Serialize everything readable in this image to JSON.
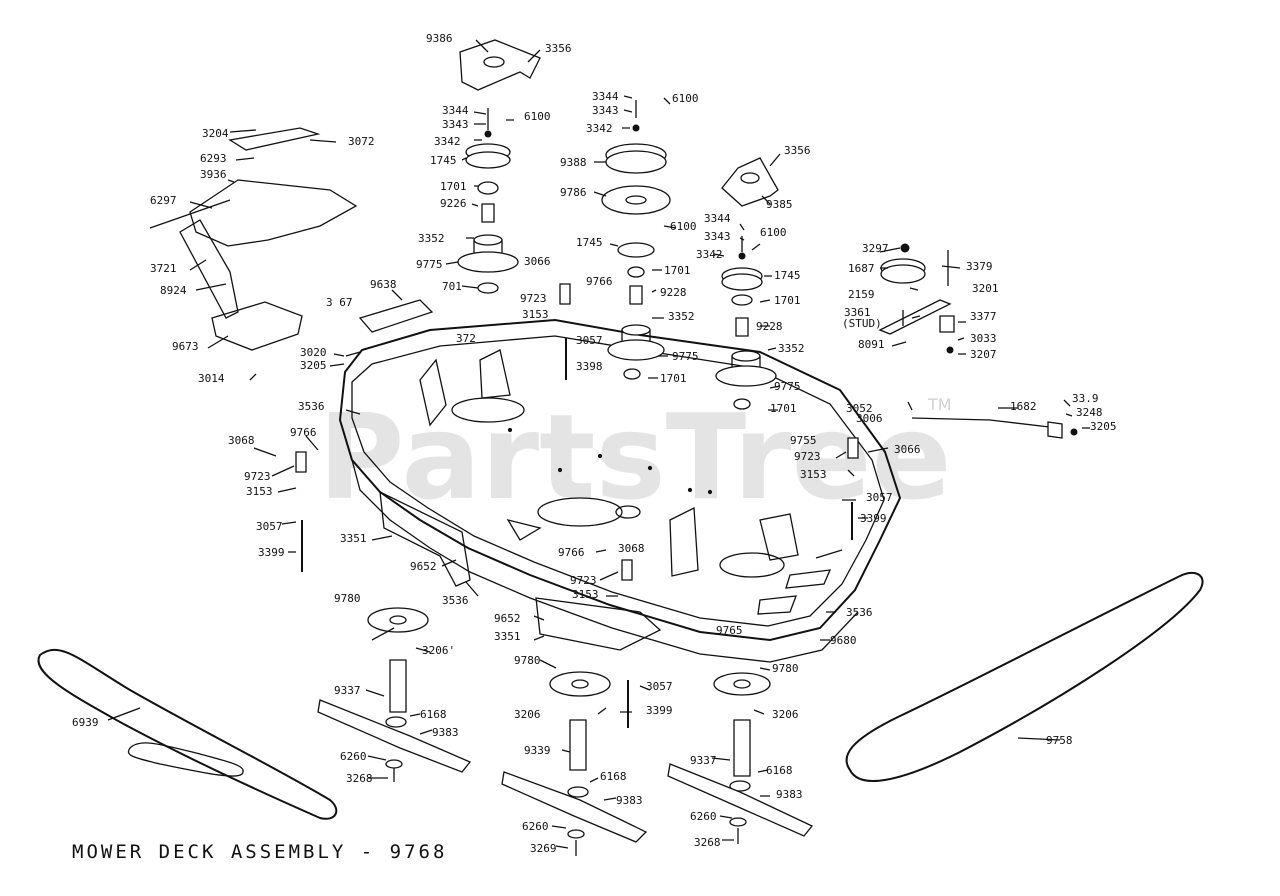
{
  "diagram": {
    "title": "MOWER DECK ASSEMBLY - 9768",
    "watermark": "PartsTree",
    "watermark_tm": "TM",
    "labels": [
      "9386",
      "3356",
      "3344",
      "3343",
      "6100",
      "3342",
      "1745",
      "1701",
      "9226",
      "3352",
      "9775",
      "701",
      "3204",
      "6293",
      "3072",
      "3936",
      "6297",
      "3721",
      "8924",
      "9638",
      "3 67",
      "3020",
      "3205",
      "372",
      "9673",
      "3014",
      "3066",
      "9766",
      "9723",
      "3153",
      "3057",
      "3398",
      "3344",
      "3343",
      "6100",
      "3342",
      "9388",
      "9786",
      "6100",
      "1745",
      "1701",
      "9228",
      "3352",
      "9775",
      "1701",
      "3356",
      "9385",
      "3344",
      "3343",
      "6100",
      "3342",
      "1745",
      "1701",
      "9228",
      "3352",
      "9775",
      "1701",
      "3297",
      "3379",
      "1687",
      "3201",
      "2159",
      "3361",
      "(STUD)",
      "3377",
      "8091",
      "3033",
      "3207",
      "3052",
      "3006",
      "1682",
      "33.9",
      "3248",
      "3205",
      "3536",
      "3068",
      "9766",
      "9723",
      "3153",
      "9755",
      "9723",
      "3066",
      "3153",
      "3057",
      "3399",
      "3057",
      "3399",
      "3351",
      "9652",
      "3536",
      "9766",
      "3068",
      "9723",
      "3153",
      "3536",
      "9765",
      "9652",
      "3351",
      "9680",
      "9780",
      "3206'",
      "9780",
      "3057",
      "3206",
      "3399",
      "9780",
      "3206",
      "6939",
      "9337",
      "6168",
      "9383",
      "6260",
      "3268",
      "9339",
      "6168",
      "9383",
      "6260",
      "3269",
      "9337",
      "6168",
      "9383",
      "6260",
      "3268",
      "9758"
    ]
  }
}
